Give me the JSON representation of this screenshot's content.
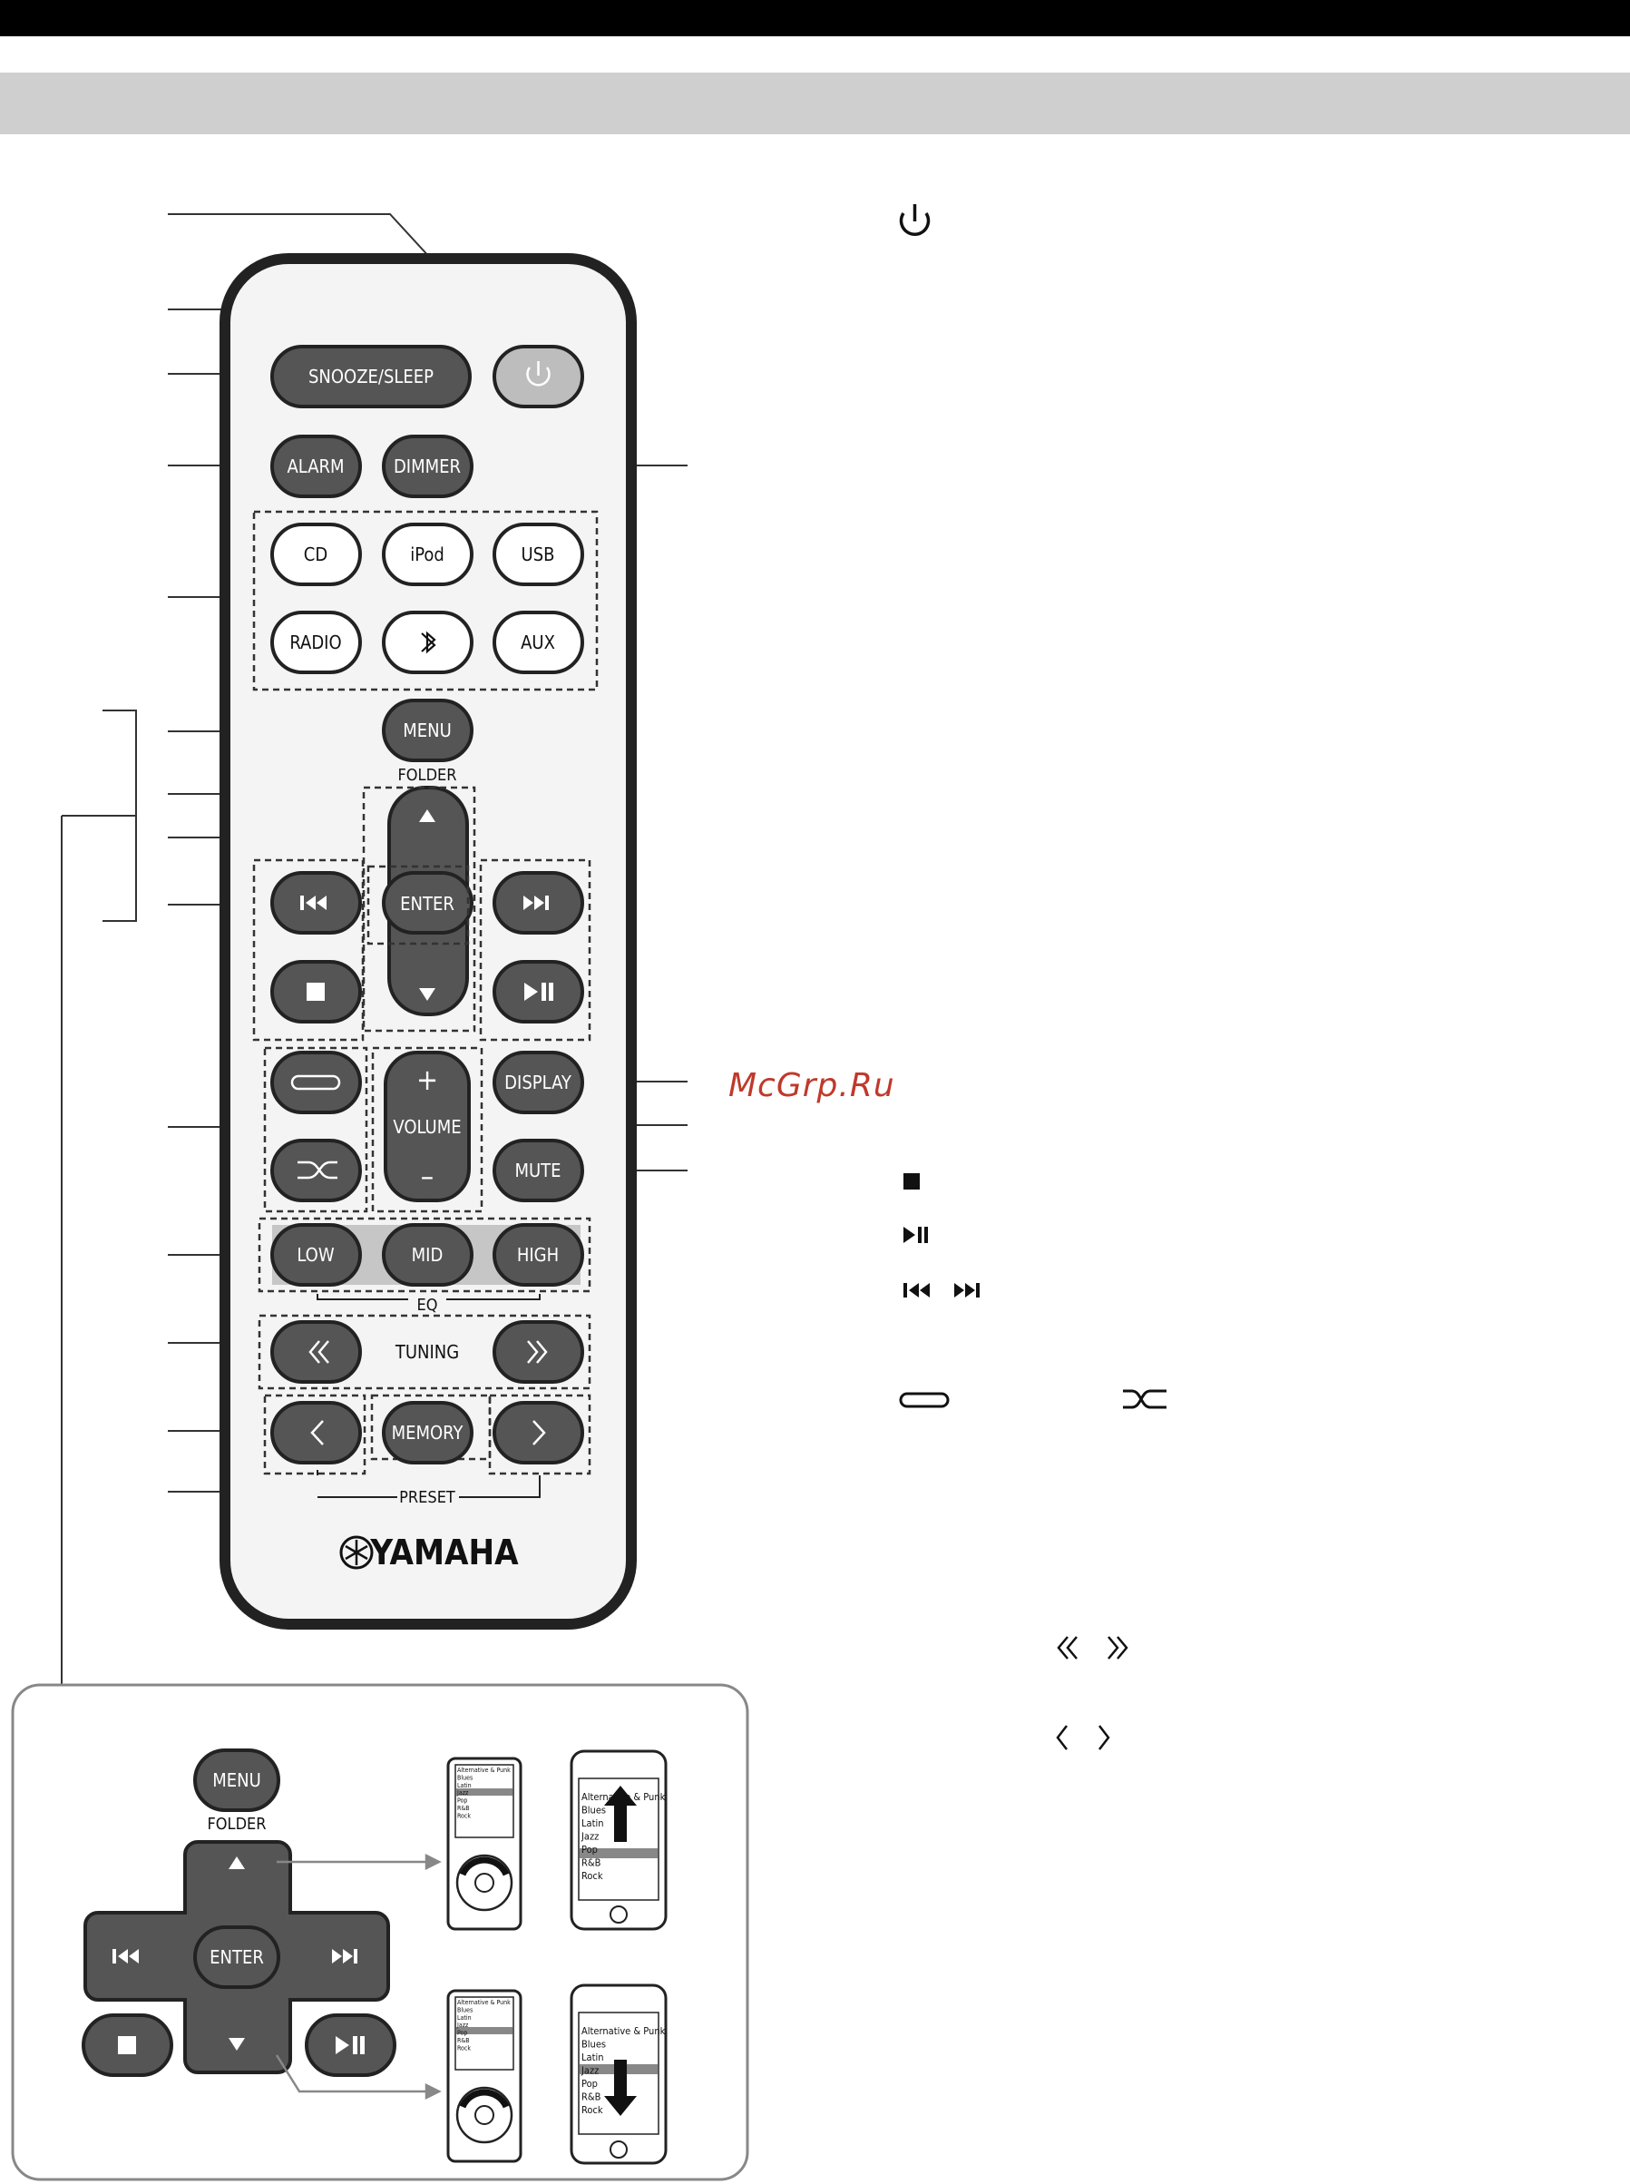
{
  "remote": {
    "buttons": {
      "snooze_sleep": "SNOOZE/SLEEP",
      "alarm": "ALARM",
      "dimmer": "DIMMER",
      "cd": "CD",
      "ipod": "iPod",
      "usb": "USB",
      "radio": "RADIO",
      "aux": "AUX",
      "menu": "MENU",
      "folder": "FOLDER",
      "enter": "ENTER",
      "display": "DISPLAY",
      "volume": "VOLUME",
      "mute": "MUTE",
      "low": "LOW",
      "mid": "MID",
      "high": "HIGH",
      "eq": "EQ",
      "tuning": "TUNING",
      "memory": "MEMORY",
      "preset": "PRESET"
    },
    "brand": "YAMAHA"
  },
  "inset": {
    "menu": "MENU",
    "folder": "FOLDER",
    "enter": "ENTER",
    "ipod_list": [
      "Alternative & Punk",
      "Blues",
      "Latin",
      "Jazz",
      "Pop",
      "R&B",
      "Rock"
    ]
  },
  "watermark": "McGrp.Ru",
  "colors": {
    "button": "#555555",
    "power": "#bdbdbd",
    "body": "#f4f4f4",
    "outline": "#222222"
  }
}
